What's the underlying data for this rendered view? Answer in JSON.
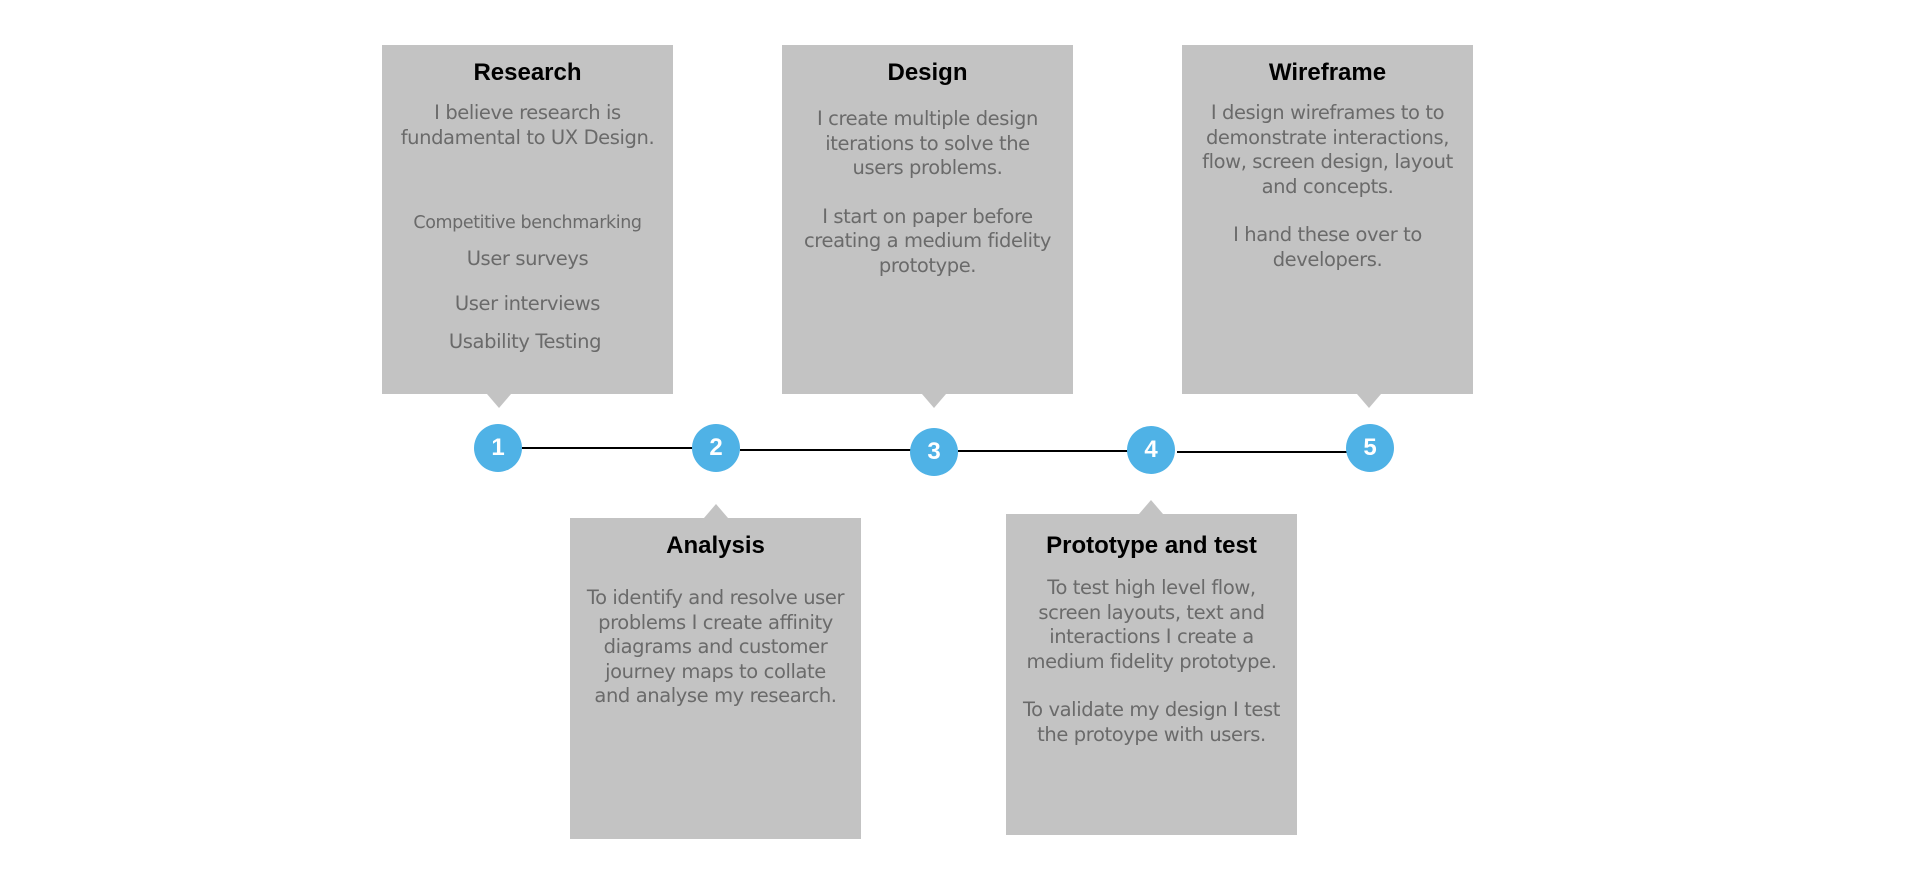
{
  "colors": {
    "card_bg": "#c3c3c3",
    "accent": "#4fb2e6",
    "text": "#6a6a6a",
    "title": "#000000"
  },
  "steps": [
    {
      "number": "1",
      "title": "Research",
      "intro": "I believe research is\nfundamental to UX Design.",
      "items": [
        "Competitive benchmarking",
        "User surveys",
        "User interviews",
        "Usability Testing"
      ]
    },
    {
      "number": "2",
      "title": "Analysis",
      "body": "To identify and resolve user\nproblems I create affinity\ndiagrams and customer\njourney maps to collate\nand analyse my research."
    },
    {
      "number": "3",
      "title": "Design",
      "body": "I create multiple design\niterations to solve  the\nusers problems.",
      "body2": "I start on paper before\ncreating a medium fidelity\nprototype."
    },
    {
      "number": "4",
      "title": "Prototype and test",
      "body": "To test high level flow,\nscreen layouts, text and\ninteractions I create a\nmedium fidelity prototype.",
      "body2": "To validate my design I test\nthe protoype with users."
    },
    {
      "number": "5",
      "title": "Wireframe",
      "body": "I design wireframes to to\ndemonstrate interactions,\nflow, screen design, layout\nand concepts.",
      "body2": "I hand these over to\ndevelopers."
    }
  ]
}
